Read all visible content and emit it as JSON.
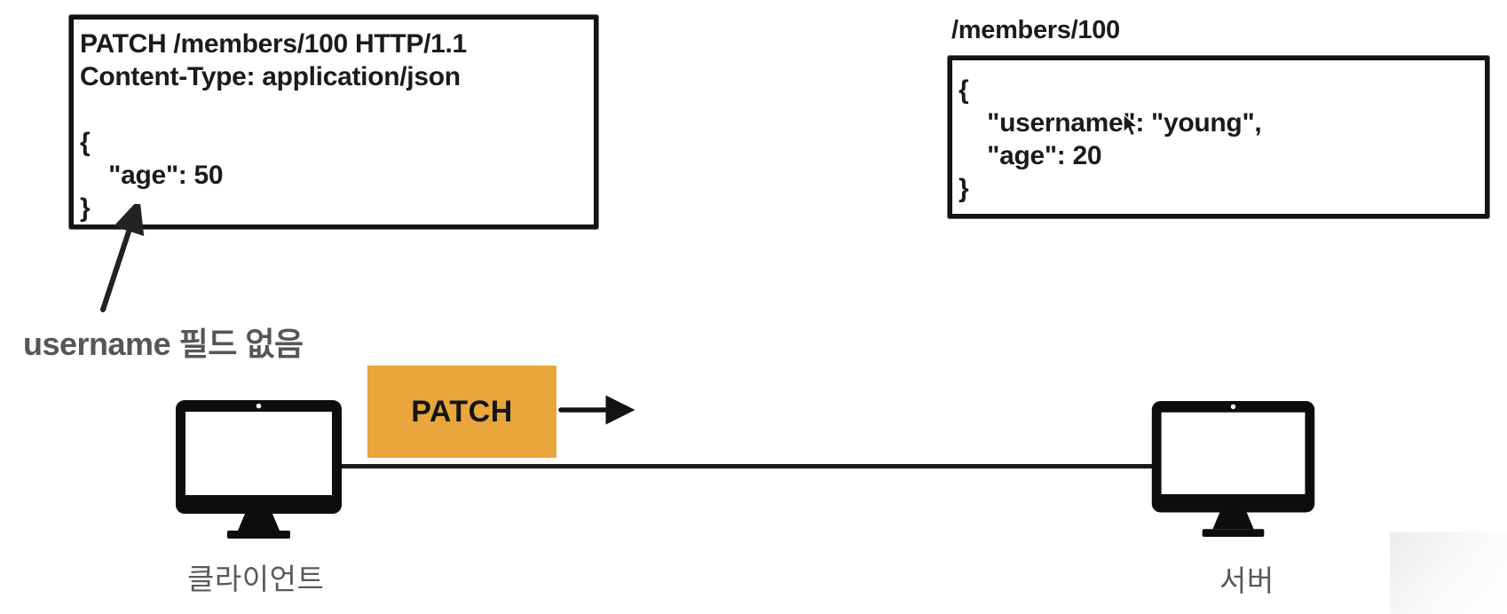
{
  "request_box": {
    "lines": [
      "PATCH /members/100 HTTP/1.1",
      "Content-Type: application/json",
      "",
      "{",
      "    \"age\": 50",
      "}"
    ]
  },
  "annotation": {
    "label": "username 필드 없음"
  },
  "resource": {
    "path_label": "/members/100",
    "box_lines": [
      "{",
      "    \"username\": \"young\",",
      "    \"age\": 20",
      "}"
    ]
  },
  "patch_badge": {
    "label": "PATCH",
    "color": "#E9A63C"
  },
  "client": {
    "label": "클라이언트"
  },
  "server": {
    "label": "서버"
  },
  "colors": {
    "ink": "#1b1b1b",
    "gray_text": "#595959",
    "badge_orange": "#E9A63C"
  }
}
